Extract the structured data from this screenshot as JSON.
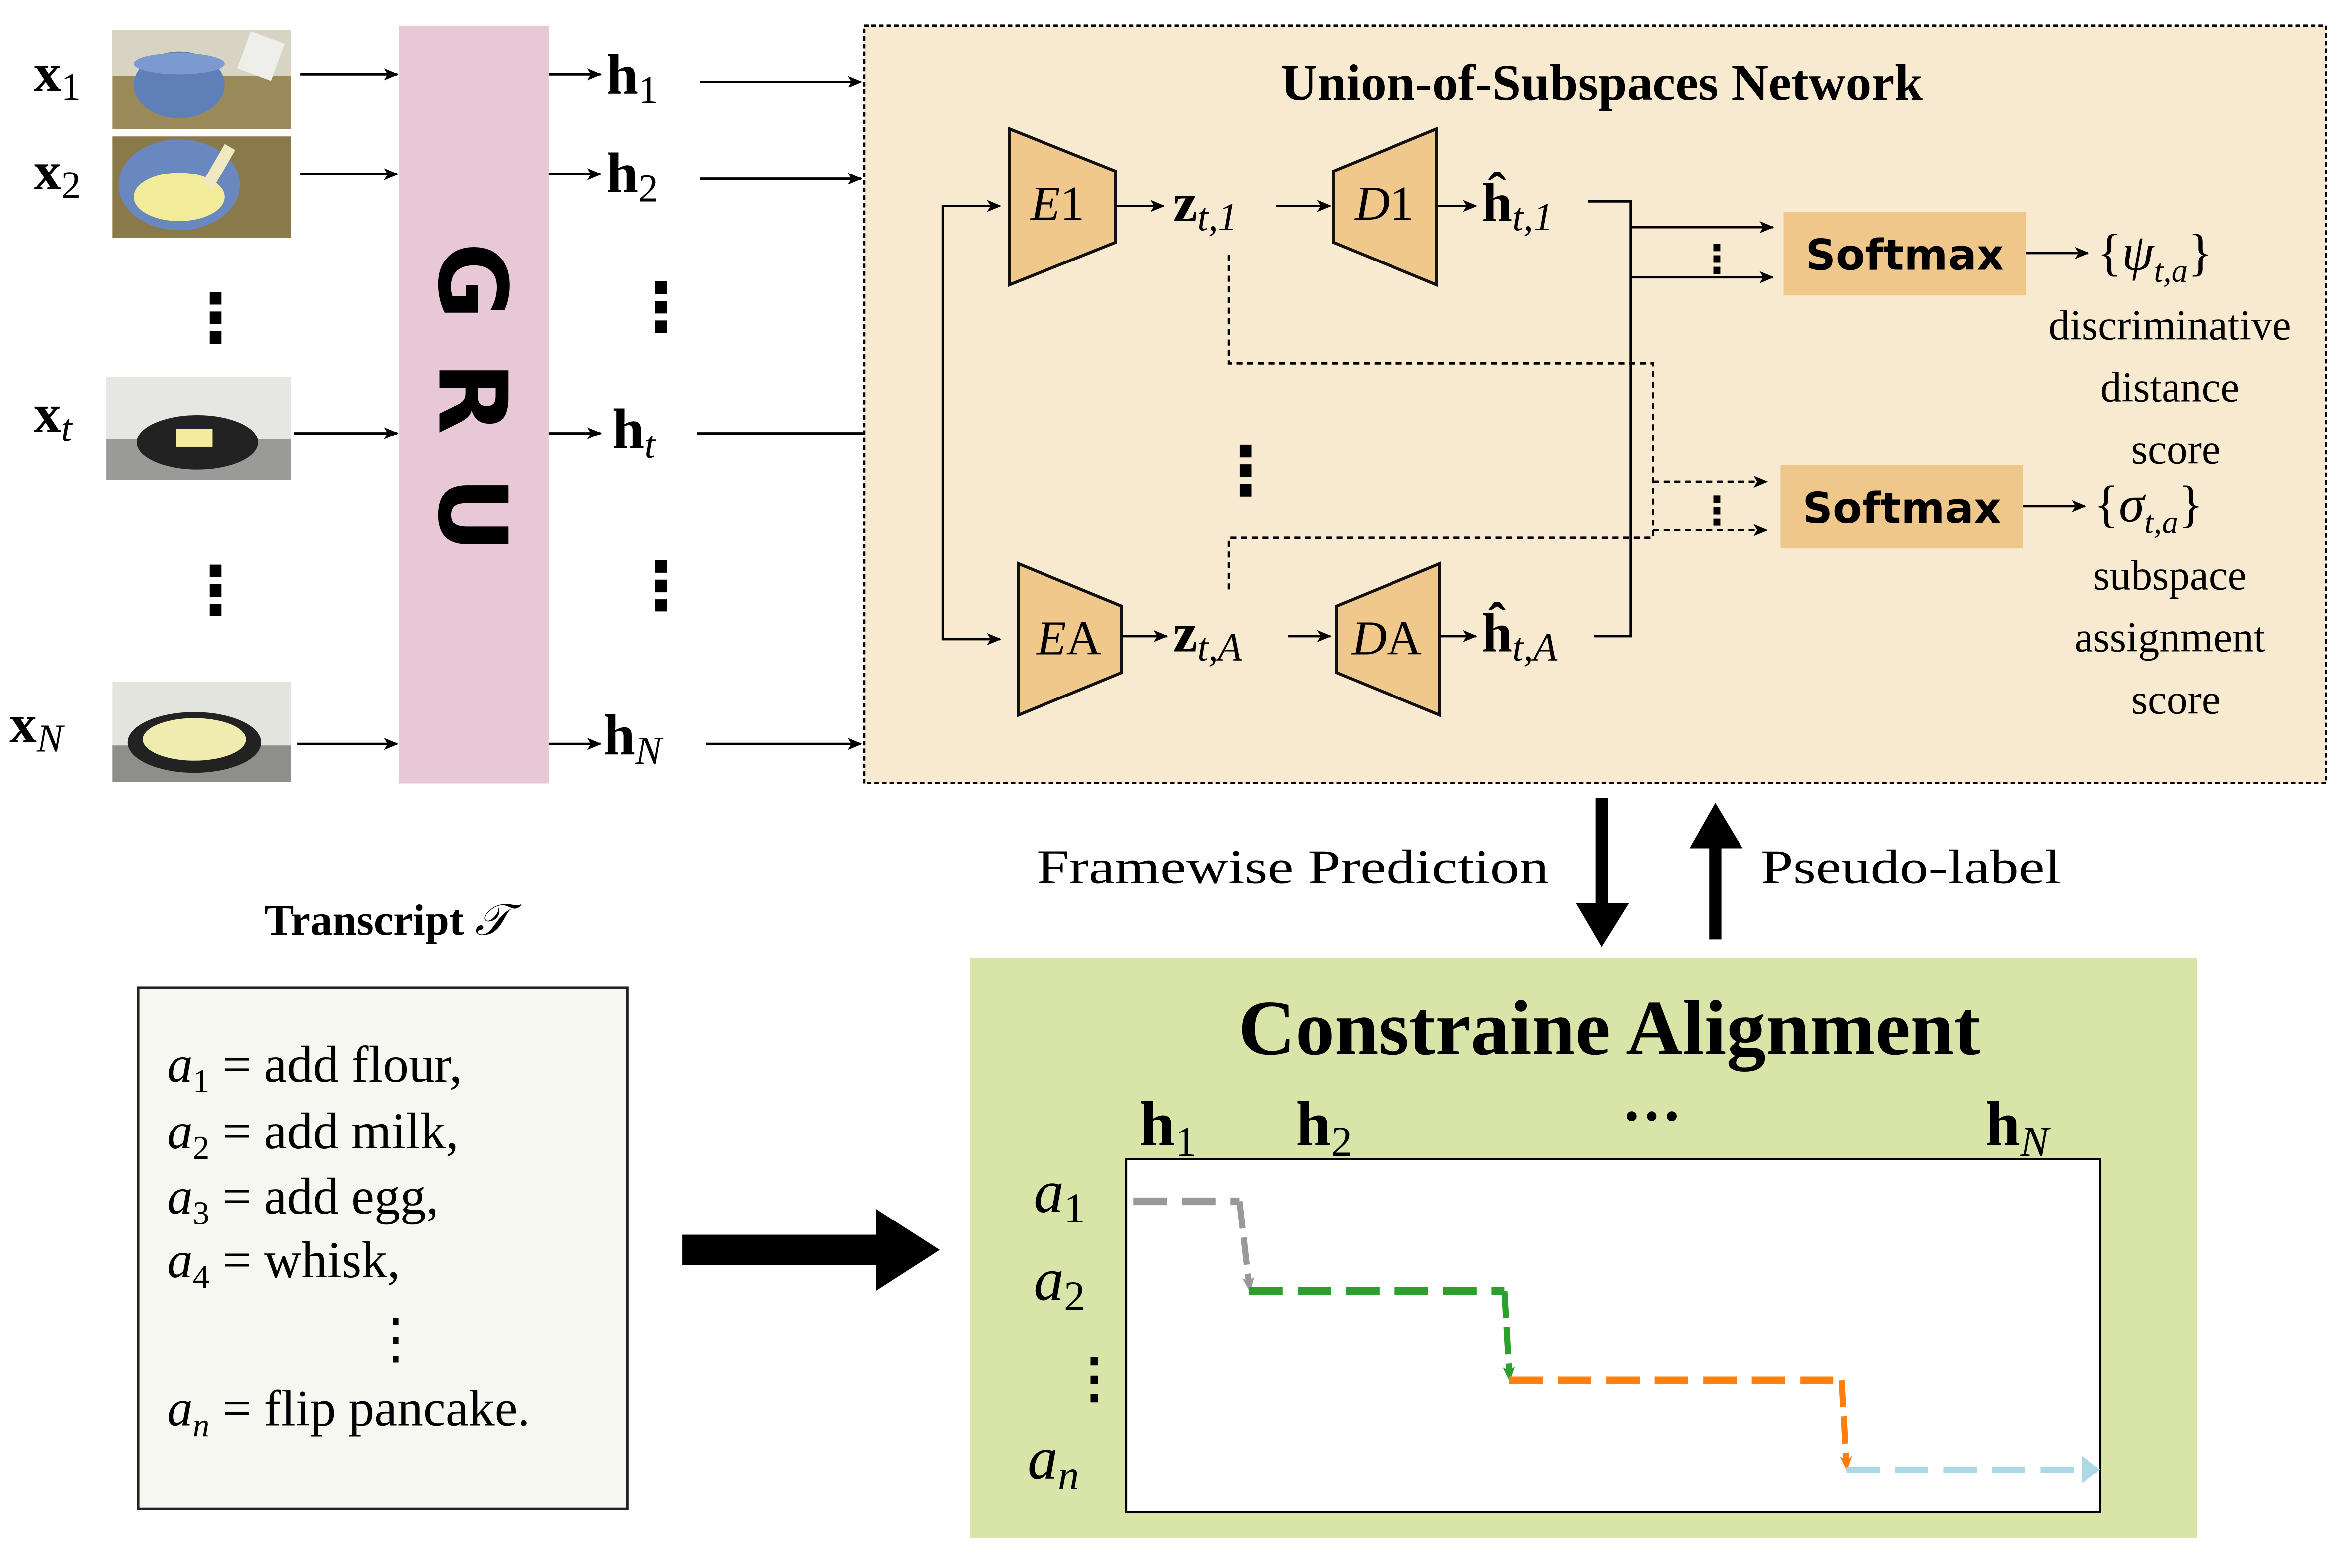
{
  "colors": {
    "gru_fill": "#E8C8D6",
    "union_fill": "#F7EAD0",
    "encoder_decoder_fill": "#F0C88C",
    "softmax_fill": "#EFC78A",
    "transcript_fill": "#F5F7F0",
    "alignment_fill": "#D8E4A8",
    "path_a1": "#999999",
    "path_a2": "#2CA02C",
    "path_mid": "#FF7F0E",
    "path_an": "#ADD8E6"
  },
  "inputs": {
    "frames": [
      {
        "label": "x",
        "sub": "1",
        "image": "bowl-pouring-milk"
      },
      {
        "label": "x",
        "sub": "2",
        "image": "bowl-whisking-batter"
      },
      {
        "label": "x",
        "sub": "t",
        "image": "pan-with-butter"
      },
      {
        "label": "x",
        "sub": "N",
        "image": "pan-with-pancake"
      }
    ],
    "ellipsis": "⋮"
  },
  "gru": {
    "label": "GRU"
  },
  "hidden": [
    {
      "label": "h",
      "sub": "1"
    },
    {
      "label": "h",
      "sub": "2"
    },
    {
      "label": "h",
      "sub": "t"
    },
    {
      "label": "h",
      "sub": "N"
    }
  ],
  "union": {
    "title": "Union-of-Subspaces Network",
    "encoders": [
      {
        "label": "E",
        "sub": "1"
      },
      {
        "label": "E",
        "sub": "A"
      }
    ],
    "latents": [
      {
        "label": "z",
        "sub": "t,1"
      },
      {
        "label": "z",
        "sub": "t,A"
      }
    ],
    "decoders": [
      {
        "label": "D",
        "sub": "1"
      },
      {
        "label": "D",
        "sub": "A"
      }
    ],
    "reconstructions": [
      {
        "label": "ĥ",
        "sub": "t,1"
      },
      {
        "label": "ĥ",
        "sub": "t,A"
      }
    ],
    "softmax": [
      {
        "label": "Softmax",
        "output_symbol": "ψ",
        "output_sub": "t,a",
        "caption": [
          "discriminative",
          "distance",
          "score"
        ]
      },
      {
        "label": "Softmax",
        "output_symbol": "σ",
        "output_sub": "t,a",
        "caption": [
          "subspace",
          "assignment",
          "score"
        ]
      }
    ]
  },
  "feedback": {
    "down_label": "Framewise Prediction",
    "up_label": "Pseudo-label"
  },
  "transcript": {
    "title": "Transcript",
    "title_symbol": "𝒯",
    "items": [
      {
        "var": "a",
        "sub": "1",
        "action": "add flour,"
      },
      {
        "var": "a",
        "sub": "2",
        "action": "add milk,"
      },
      {
        "var": "a",
        "sub": "3",
        "action": "add egg,"
      },
      {
        "var": "a",
        "sub": "4",
        "action": "whisk,"
      },
      {
        "var": "a",
        "sub": "n",
        "action": "flip pancake."
      }
    ],
    "ellipsis": "⋮"
  },
  "alignment": {
    "title": "Constraine  Alignment",
    "columns": [
      {
        "label": "h",
        "sub": "1"
      },
      {
        "label": "h",
        "sub": "2"
      },
      {
        "label": "···",
        "sub": ""
      },
      {
        "label": "h",
        "sub": "N"
      }
    ],
    "rows": [
      {
        "label": "a",
        "sub": "1"
      },
      {
        "label": "a",
        "sub": "2"
      },
      {
        "label": "⋮",
        "sub": ""
      },
      {
        "label": "a",
        "sub": "n"
      }
    ],
    "path_segments": [
      {
        "row": 0,
        "x_start": 0.0,
        "x_end": 0.11,
        "color_key": "path_a1"
      },
      {
        "row": 1,
        "x_start": 0.12,
        "x_end": 0.385,
        "color_key": "path_a2"
      },
      {
        "row": 2,
        "x_start": 0.39,
        "x_end": 0.735,
        "color_key": "path_mid"
      },
      {
        "row": 3,
        "x_start": 0.74,
        "x_end": 1.0,
        "color_key": "path_an"
      }
    ]
  }
}
